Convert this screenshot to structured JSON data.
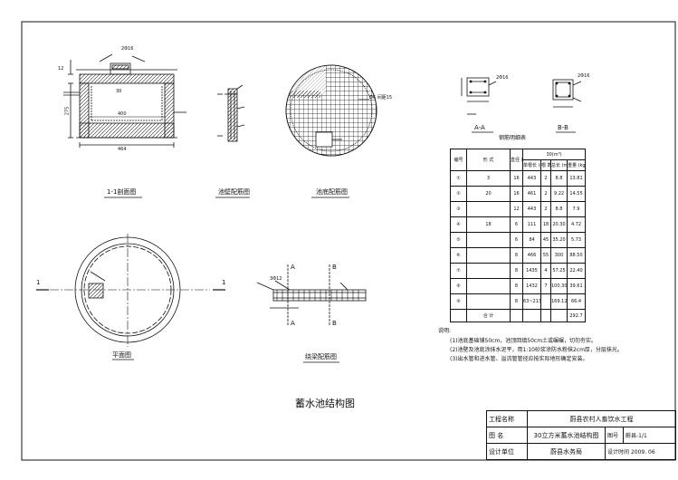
{
  "drawing": {
    "main_title": "蓄水池结构图",
    "views": {
      "section_1_1": "1-1剖面图",
      "wall_rebar": "池壁配筋图",
      "bottom_rebar": "池底配筋图",
      "plan": "平面图",
      "ring_beam": "绕梁配筋图",
      "section_a": "A-A",
      "section_b": "B-B"
    },
    "cut_labels": {
      "one": "1",
      "a": "A",
      "b": "B"
    },
    "dims": {
      "d464": "464",
      "d400": "400",
      "d275": "275",
      "d2": "2",
      "d30": "30",
      "d12": "12",
      "mesh": "Φ6 间距15",
      "bar_a": "3Φ12",
      "bar_b": "2Φ16"
    }
  },
  "rebar_table": {
    "title": "钢筋明细表",
    "header": {
      "no": "编号",
      "shape": "形 式",
      "dia": "直径 (mm)",
      "volume": "30(m³)",
      "length": "单根长 (cm)",
      "count": "根 数",
      "total_len": "总长 (m)",
      "weight": "重量 (kg)"
    },
    "rows": [
      {
        "no": "①",
        "dia": "16",
        "length": "443",
        "count": "2",
        "total": "8.8",
        "weight": "13.81"
      },
      {
        "no": "②",
        "dia": "16",
        "length": "461",
        "count": "2",
        "total": "9.22",
        "weight": "14.55"
      },
      {
        "no": "③",
        "dia": "12",
        "length": "443",
        "count": "2",
        "total": "8.8",
        "weight": "7.9"
      },
      {
        "no": "④",
        "dia": "6",
        "length": "111",
        "count": "18",
        "total": "20.30",
        "weight": "4.72"
      },
      {
        "no": "⑤",
        "dia": "6",
        "length": "84",
        "count": "45",
        "total": "35.20",
        "weight": "5.73"
      },
      {
        "no": "⑥",
        "dia": "8",
        "length": "466",
        "count": "55",
        "total": "300",
        "weight": "88.50"
      },
      {
        "no": "⑦",
        "dia": "8",
        "length": "1435",
        "count": "4",
        "total": "57.25",
        "weight": "22.40"
      },
      {
        "no": "⑧",
        "dia": "8",
        "length": "1432",
        "count": "7",
        "total": "100.30",
        "weight": "39.61"
      },
      {
        "no": "⑨",
        "dia": "8",
        "length": "63~213",
        "count": "",
        "total": "169.12",
        "weight": "66.4"
      }
    ],
    "shape_notes": {
      "r1": "3",
      "r2": "20",
      "r4": "18"
    },
    "total_label": "合 计",
    "total_weight": "292.7"
  },
  "notes": {
    "title": "说明:",
    "items": [
      "(1)池底基础铺50cm，池顶回填50cm土或碾碾，切勿夯实。",
      "(2)池壁及池底涂抹水泥平，用1:10砂浆涂防水粉抹2cm厚，分层抹光。",
      "(3)出水管和进水管、溢流管管径应按实际地形确定安装。"
    ]
  },
  "title_block": {
    "project_label": "工程名称",
    "project_value": "蔚县农村人畜饮水工程",
    "drawing_label": "图    名",
    "drawing_value": "30立方米蓄水池结构图",
    "number_label": "图号",
    "number_value": "蔚县-1/1",
    "unit_label": "设计单位",
    "unit_value": "蔚县水务局",
    "date_label": "设计时间",
    "date_value": "2009. 06"
  }
}
